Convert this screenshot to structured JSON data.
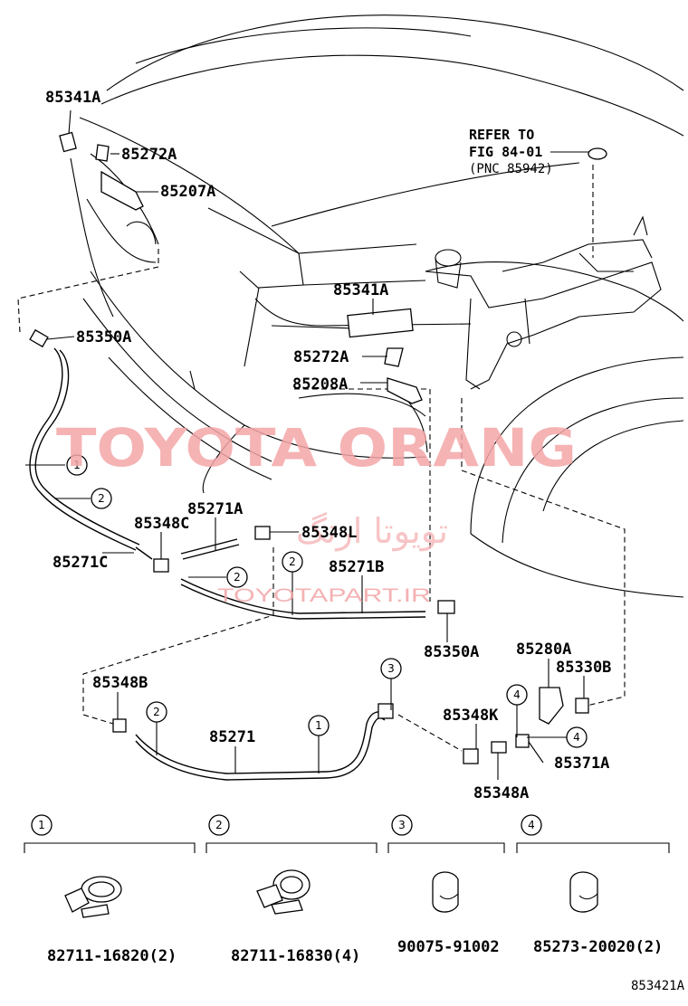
{
  "watermark": {
    "brand": "TOYOTA ORANG",
    "arabic": "تویوتا ارنگ",
    "site": "TOYOTAPART.IR"
  },
  "reference_note": {
    "line1": "REFER TO",
    "line2": "FIG 84-01",
    "line3": "(PNC 85942)"
  },
  "callouts": {
    "c_85341A_top": "85341A",
    "c_85272A_top": "85272A",
    "c_85207A": "85207A",
    "c_85350A_left": "85350A",
    "c_85341A_mid": "85341A",
    "c_85272A_mid": "85272A",
    "c_85208A": "85208A",
    "c_85271A": "85271A",
    "c_85348C": "85348C",
    "c_85348L": "85348L",
    "c_85271C": "85271C",
    "c_85271B": "85271B",
    "c_85350A_right": "85350A",
    "c_85280A": "85280A",
    "c_85330B": "85330B",
    "c_85348B": "85348B",
    "c_85271": "85271",
    "c_85348K": "85348K",
    "c_85371A": "85371A",
    "c_85348A": "85348A"
  },
  "clamp_markers": [
    "1",
    "2",
    "3",
    "4"
  ],
  "clamp_legend": [
    {
      "num": "1",
      "part": "82711-16820(2)"
    },
    {
      "num": "2",
      "part": "82711-16830(4)"
    },
    {
      "num": "3",
      "part": "90075-91002"
    },
    {
      "num": "4",
      "part": "85273-20020(2)"
    }
  ],
  "figure_code": "853421A"
}
